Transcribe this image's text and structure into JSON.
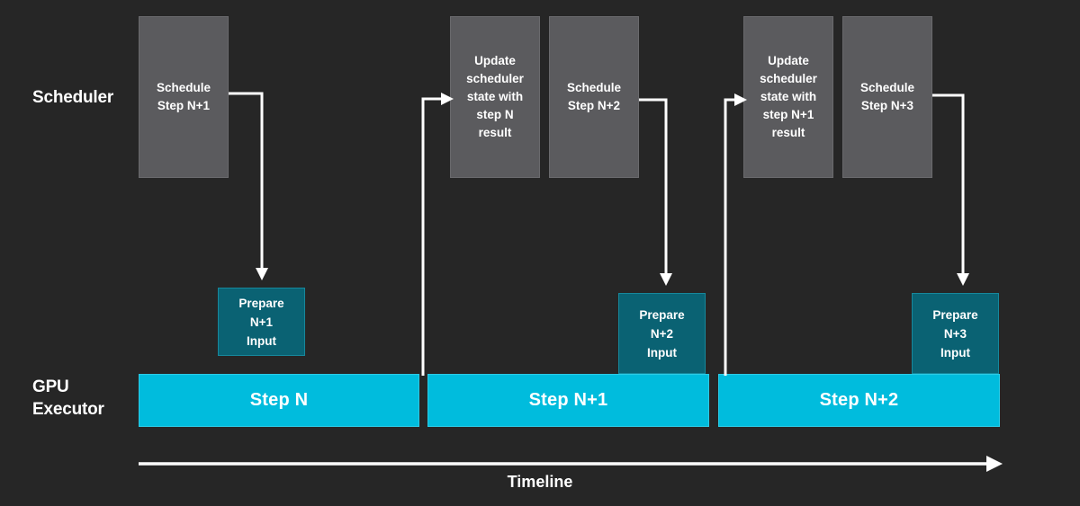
{
  "theme": {
    "background": "#262626",
    "scheduler_box_fill": "#5b5b5e",
    "scheduler_box_border": "#6a6a6d",
    "prepare_box_fill": "#0a6273",
    "prepare_box_border": "#16889c",
    "gpu_bar_fill": "#00bcdd",
    "gpu_bar_border": "#2ccbe6",
    "text_color": "#ffffff",
    "connector_color": "#ffffff"
  },
  "rows": {
    "scheduler_label": "Scheduler",
    "gpu_label": "GPU\nExecutor"
  },
  "scheduler_boxes": [
    {
      "id": "schedule-step-n-plus-1",
      "label": "Schedule\nStep N+1"
    },
    {
      "id": "update-state-step-n",
      "label": "Update\nscheduler\nstate with\nstep N\nresult"
    },
    {
      "id": "schedule-step-n-plus-2",
      "label": "Schedule\nStep N+2"
    },
    {
      "id": "update-state-step-n-plus-1",
      "label": "Update\nscheduler\nstate with\nstep N+1\nresult"
    },
    {
      "id": "schedule-step-n-plus-3",
      "label": "Schedule\nStep N+3"
    }
  ],
  "prepare_boxes": [
    {
      "id": "prepare-n-plus-1-input",
      "label": "Prepare\nN+1\nInput"
    },
    {
      "id": "prepare-n-plus-2-input",
      "label": "Prepare\nN+2\nInput"
    },
    {
      "id": "prepare-n-plus-3-input",
      "label": "Prepare\nN+3\nInput"
    }
  ],
  "gpu_bars": [
    {
      "id": "step-n",
      "label": "Step N"
    },
    {
      "id": "step-n-plus-1",
      "label": "Step N+1"
    },
    {
      "id": "step-n-plus-2",
      "label": "Step N+2"
    }
  ],
  "timeline": {
    "label": "Timeline"
  },
  "connectors": [
    {
      "id": "schedule-n1-to-prepare-n1",
      "from": "schedule-step-n-plus-1",
      "to": "prepare-n-plus-1-input",
      "direction": "down"
    },
    {
      "id": "step-n-to-update-state",
      "from": "step-n",
      "to": "update-state-step-n",
      "direction": "up-right"
    },
    {
      "id": "schedule-n2-to-prepare-n2",
      "from": "schedule-step-n-plus-2",
      "to": "prepare-n-plus-2-input",
      "direction": "down"
    },
    {
      "id": "step-n1-to-update-state",
      "from": "step-n-plus-1",
      "to": "update-state-step-n-plus-1",
      "direction": "up-right"
    },
    {
      "id": "schedule-n3-to-prepare-n3",
      "from": "schedule-step-n-plus-3",
      "to": "prepare-n-plus-3-input",
      "direction": "down"
    }
  ]
}
